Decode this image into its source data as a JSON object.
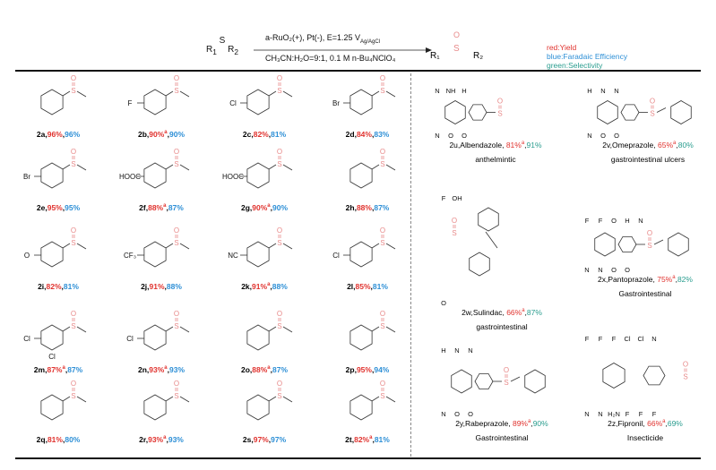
{
  "reaction": {
    "reactant": {
      "r1": "R",
      "r1_sub": "1",
      "s": "S",
      "r2": "R",
      "r2_sub": "2"
    },
    "conditions_top": "a-RuO₂(+), Pt(-), E=1.25 V",
    "conditions_top_sub": "Ag/AgCl",
    "conditions_bottom": "CH₃CN:H₂O=9:1, 0.1 M n-Bu₄NClO₄",
    "product": {
      "o": "O",
      "s": "S",
      "r1": "R₁",
      "r2": "R₂"
    }
  },
  "legend": {
    "red": "red:Yield",
    "blue": "blue:Faradaic Efficiency",
    "green": "green:Selectivity"
  },
  "colors": {
    "yield": "#e0322e",
    "fe": "#2d8fd6",
    "selectivity": "#2a9d8f",
    "sulfoxide": "#e88a8a"
  },
  "compounds": [
    {
      "id": "2a",
      "yield": "96%",
      "note": "",
      "fe": "96%",
      "atoms": []
    },
    {
      "id": "2b",
      "yield": "90%",
      "note": "a",
      "fe": "90%",
      "atoms": [
        "F"
      ]
    },
    {
      "id": "2c",
      "yield": "82%",
      "note": "",
      "fe": "81%",
      "atoms": [
        "Cl"
      ]
    },
    {
      "id": "2d",
      "yield": "84%",
      "note": "",
      "fe": "83%",
      "atoms": [
        "Br"
      ]
    },
    {
      "id": "2e",
      "yield": "95%",
      "note": "",
      "fe": "95%",
      "atoms": [
        "Br"
      ]
    },
    {
      "id": "2f",
      "yield": "88%",
      "note": "a",
      "fe": "87%",
      "atoms": [
        "HOOC"
      ]
    },
    {
      "id": "2g",
      "yield": "90%",
      "note": "a",
      "fe": "90%",
      "atoms": [
        "HOOC"
      ]
    },
    {
      "id": "2h",
      "yield": "88%",
      "note": "",
      "fe": "87%",
      "atoms": []
    },
    {
      "id": "2i",
      "yield": "82%",
      "note": "",
      "fe": "81%",
      "atoms": [
        "O"
      ]
    },
    {
      "id": "2j",
      "yield": "91%",
      "note": "",
      "fe": "88%",
      "atoms": [
        "CF₃"
      ]
    },
    {
      "id": "2k",
      "yield": "91%",
      "note": "a",
      "fe": "88%",
      "atoms": [
        "NC"
      ]
    },
    {
      "id": "2l",
      "yield": "85%",
      "note": "",
      "fe": "81%",
      "atoms": [
        "Cl"
      ]
    },
    {
      "id": "2m",
      "yield": "87%",
      "note": "a",
      "fe": "87%",
      "atoms": [
        "Cl",
        "Cl"
      ]
    },
    {
      "id": "2n",
      "yield": "93%",
      "note": "a",
      "fe": "93%",
      "atoms": [
        "Cl"
      ]
    },
    {
      "id": "2o",
      "yield": "88%",
      "note": "a",
      "fe": "87%",
      "atoms": []
    },
    {
      "id": "2p",
      "yield": "95%",
      "note": "",
      "fe": "94%",
      "atoms": []
    },
    {
      "id": "2q",
      "yield": "81%",
      "note": "",
      "fe": "80%",
      "atoms": []
    },
    {
      "id": "2r",
      "yield": "93%",
      "note": "a",
      "fe": "93%",
      "atoms": []
    },
    {
      "id": "2s",
      "yield": "97%",
      "note": "",
      "fe": "97%",
      "atoms": []
    },
    {
      "id": "2t",
      "yield": "82%",
      "note": "a",
      "fe": "81%",
      "atoms": []
    }
  ],
  "drugs": [
    {
      "id": "2u",
      "name": "Albendazole",
      "yield": "81%",
      "note": "a",
      "sel": "91%",
      "use": "anthelmintic",
      "atoms": [
        "N",
        "NH",
        "H",
        "N",
        "O",
        "O"
      ]
    },
    {
      "id": "2v",
      "name": "Omeprazole",
      "yield": "65%",
      "note": "a",
      "sel": "80%",
      "use": "gastrointestinal ulcers",
      "atoms": [
        "H",
        "N",
        "N",
        "N",
        "O",
        "O"
      ]
    },
    {
      "id": "2w",
      "name": "Sulindac",
      "yield": "66%",
      "note": "a",
      "sel": "87%",
      "use": "gastrointestinal",
      "atoms": [
        "F",
        "OH",
        "O"
      ]
    },
    {
      "id": "2x",
      "name": "Pantoprazole",
      "yield": "75%",
      "note": "a",
      "sel": "82%",
      "use": "Gastrointestinal",
      "atoms": [
        "F",
        "F",
        "O",
        "H",
        "N",
        "N",
        "N",
        "O",
        "O"
      ]
    },
    {
      "id": "2y",
      "name": "Rabeprazole",
      "yield": "89%",
      "note": "a",
      "sel": "90%",
      "use": "Gastrointestinal",
      "atoms": [
        "H",
        "N",
        "N",
        "N",
        "O",
        "O"
      ]
    },
    {
      "id": "2z",
      "name": "Fipronil",
      "yield": "66%",
      "note": "a",
      "sel": "69%",
      "use": "Insecticide",
      "atoms": [
        "F",
        "F",
        "F",
        "Cl",
        "Cl",
        "N",
        "N",
        "N",
        "H₂N",
        "F",
        "F",
        "F"
      ]
    }
  ]
}
